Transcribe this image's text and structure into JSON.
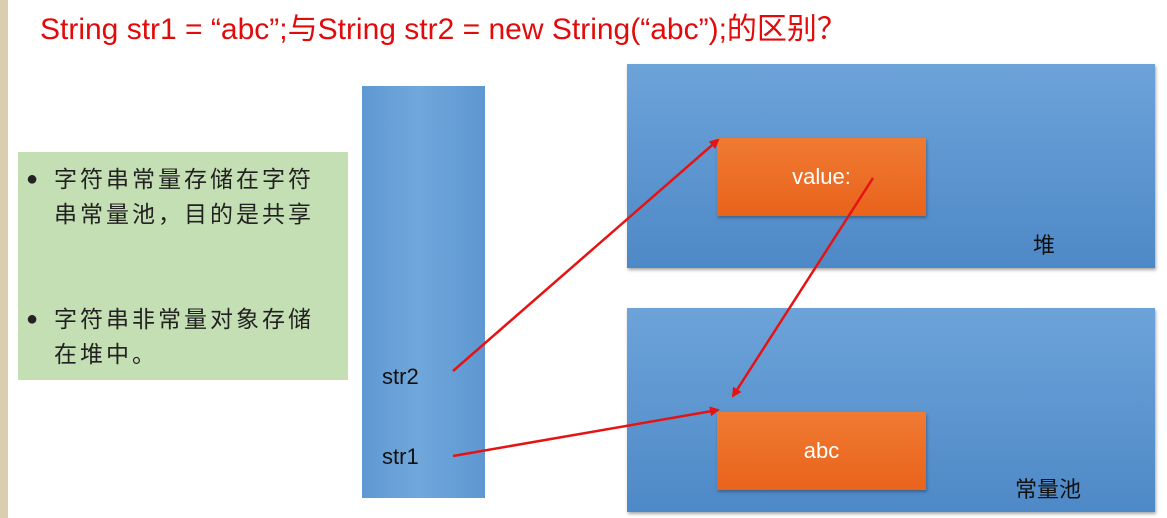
{
  "title": {
    "latin": "String str1  = “abc”;",
    "cn1": "与",
    "latin2": "String str2 = new String(“abc”);",
    "cn2": "的区别？"
  },
  "notes": {
    "bullet_symbol": "●",
    "items": [
      "字符串常量存储在字符串常量池，目的是共享",
      "字符串非常量对象存储在堆中。"
    ]
  },
  "stack": {
    "vars": [
      "str2",
      "str1"
    ]
  },
  "heap": {
    "label": "堆",
    "object_text": "value:"
  },
  "pool": {
    "label": "常量池",
    "object_text": "abc"
  },
  "colors": {
    "title": "#e10b0b",
    "arrow": "#e41414",
    "region_blue": "#5b95d0",
    "object_orange": "#ee6f27",
    "notes_green": "#c5dfb4"
  }
}
